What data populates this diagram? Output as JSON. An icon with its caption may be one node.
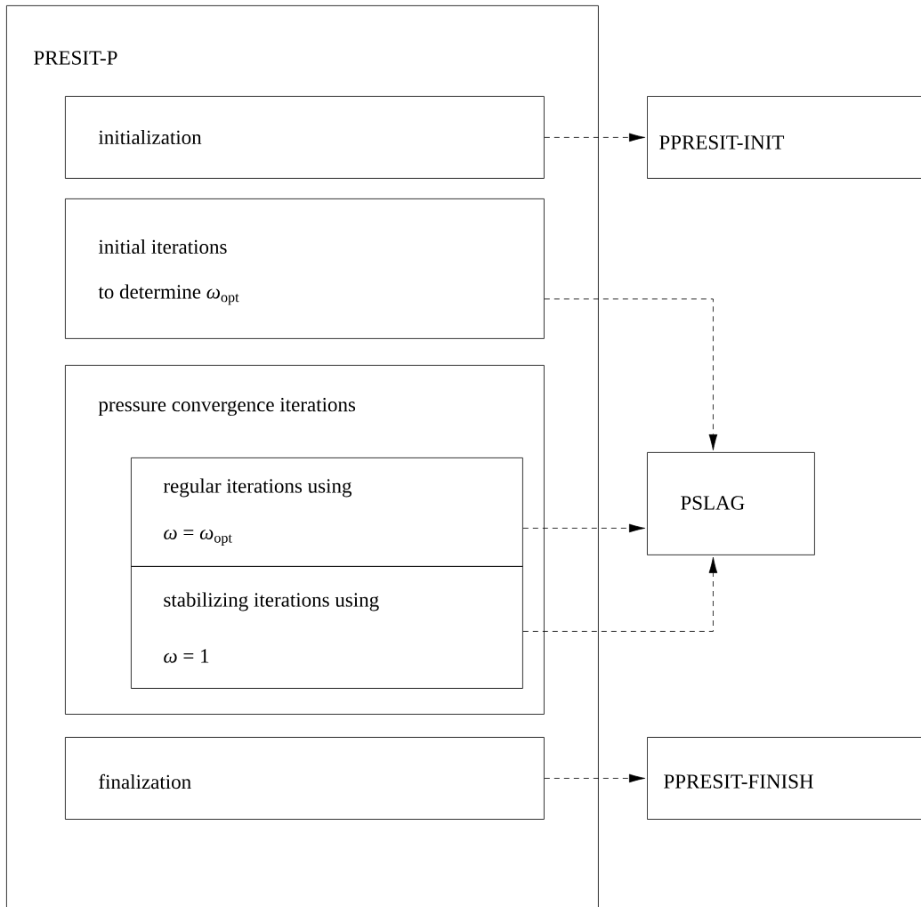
{
  "diagram": {
    "nodes": [
      {
        "text": [
          "PRESIT-P"
        ]
      },
      {
        "text": [
          "initialization"
        ],
        "in": 0
      },
      {
        "text": [
          "initial iterations",
          "to determine *ω*$_{opt}$"
        ],
        "in": 0
      },
      {
        "text": [
          "pressure convergence iterations"
        ],
        "in": 0
      },
      {
        "text": [
          "regular iterations using",
          "*ω* = *ω*$_{opt}$"
        ],
        "in": 3
      },
      {
        "text": [
          "stabilizing iterations using",
          "*ω* = 1"
        ],
        "in": 3
      },
      {
        "text": [
          "finalization"
        ],
        "in": 0
      },
      {
        "text": [
          "PPRESIT-INIT"
        ]
      },
      {
        "text": [
          "PSLAG"
        ]
      },
      {
        "text": [
          "PPRESIT-FINISH"
        ]
      }
    ],
    "edges": [
      {
        "from": 1,
        "to": 7,
        "arrow": "to",
        "style": "dashed"
      },
      {
        "from": 2,
        "to": 8,
        "arrow": "to",
        "style": "dashed"
      },
      {
        "from": 4,
        "to": 8,
        "arrow": "to",
        "style": "dashed"
      },
      {
        "from": 5,
        "to": 8,
        "arrow": "to",
        "style": "dashed"
      },
      {
        "from": 6,
        "to": 9,
        "arrow": "to",
        "style": "dashed"
      }
    ]
  }
}
